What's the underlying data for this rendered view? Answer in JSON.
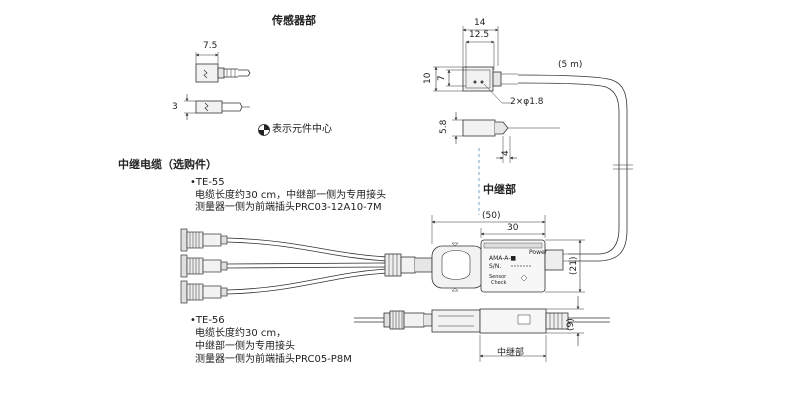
{
  "sections": {
    "sensor_head_title": "传感器部",
    "repeater_title": "中继部",
    "relay_cable_title": "中继电缆（选购件）"
  },
  "center_mark": {
    "label": "表示元件中心"
  },
  "sensor_dims": {
    "width_7_5": "7.5",
    "height_3": "3"
  },
  "head_dims": {
    "top_14": "14",
    "top_12_5": "12.5",
    "left_10": "10",
    "left_7": "7",
    "hole": "2×φ1.8",
    "cable_5m": "(5 m)",
    "side_5_8": "5.8",
    "side_4": "4"
  },
  "repeater_dims": {
    "width_50": "(50)",
    "width_30": "30",
    "height_21": "(21)",
    "depth_9": "(9)",
    "bottom_label": "中继部"
  },
  "repeater_labels": {
    "model": "AMA-A-■",
    "serial": "S/N.",
    "power": "Power",
    "sensor_check_1": "Sensor",
    "sensor_check_2": "Check"
  },
  "te55": {
    "name": "•TE-55",
    "line1": "电缆长度约30 cm，中继部一侧为专用接头",
    "line2": "测量器一侧为前端插头PRC03-12A10-7M"
  },
  "te56": {
    "name": "•TE-56",
    "line1": "电缆长度约30 cm，",
    "line2": "中继部一侧为专用接头",
    "line3": "测量器一侧为前端插头PRC05-P8M"
  }
}
